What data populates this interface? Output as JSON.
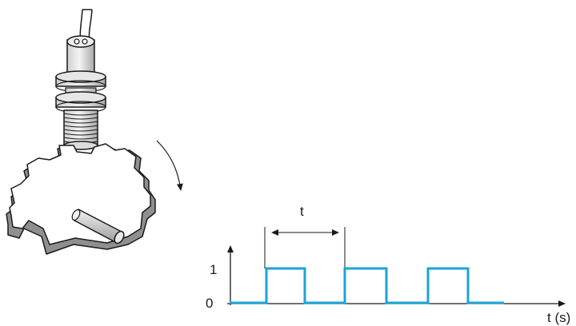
{
  "diagram": {
    "period_label": "t",
    "y_high_label": "1",
    "y_low_label": "0",
    "x_axis_label": "t (s)",
    "signal": {
      "levels": [
        0,
        1,
        0,
        1,
        0,
        1,
        0
      ],
      "line_color": "#1aa3d8"
    },
    "colors": {
      "ink": "#1a1a1a",
      "metal_light": "#e9e9e9",
      "metal_dark": "#8a8a8a",
      "wheel_face": "#ffffff",
      "wheel_side": "#9a9a9a"
    },
    "icons": [
      "proximity-sensor-icon",
      "toothed-wheel-icon",
      "rotation-arrow-icon"
    ]
  }
}
